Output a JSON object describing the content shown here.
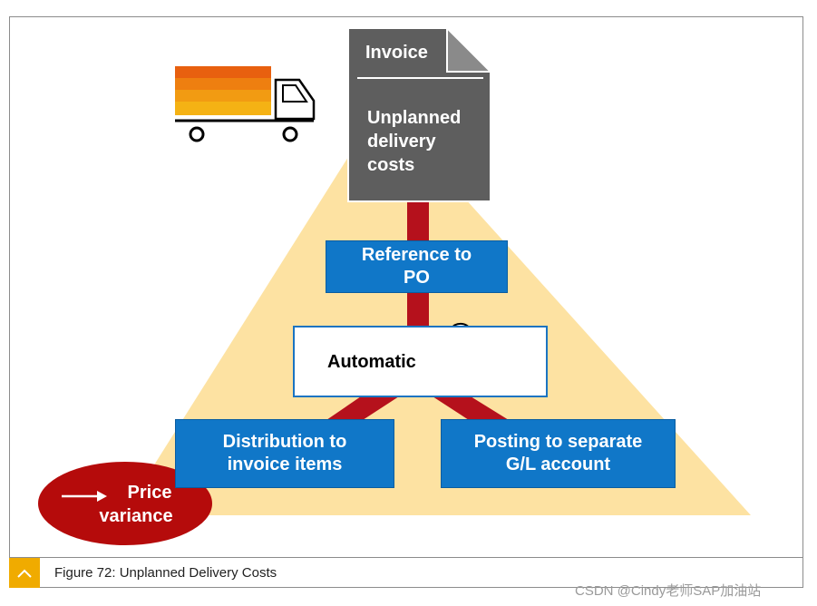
{
  "invoice": {
    "title": "Invoice",
    "lines": [
      "Unplanned",
      "delivery",
      "costs"
    ]
  },
  "steps": {
    "reference": [
      "Reference to",
      "PO"
    ],
    "automatic": "Automatic",
    "distribution": [
      "Distribution to",
      "invoice items"
    ],
    "posting": [
      "Posting to separate",
      "G/L account"
    ]
  },
  "price_variance": [
    "Price",
    "variance"
  ],
  "caption": "Figure 72: Unplanned Delivery Costs",
  "watermark": "CSDN @Cindy老师SAP加油站",
  "colors": {
    "triangle": "#fde2a2",
    "connector": "#b5111c",
    "box_blue": "#1077c8",
    "invoice_gray": "#5e5e5e",
    "ellipse_red": "#b50b0b",
    "caption_accent": "#f0ab00"
  },
  "icons": [
    "delivery-truck-icon",
    "document-icon",
    "wrench-gear-icon",
    "arrow-right-icon",
    "chevron-up-icon"
  ]
}
